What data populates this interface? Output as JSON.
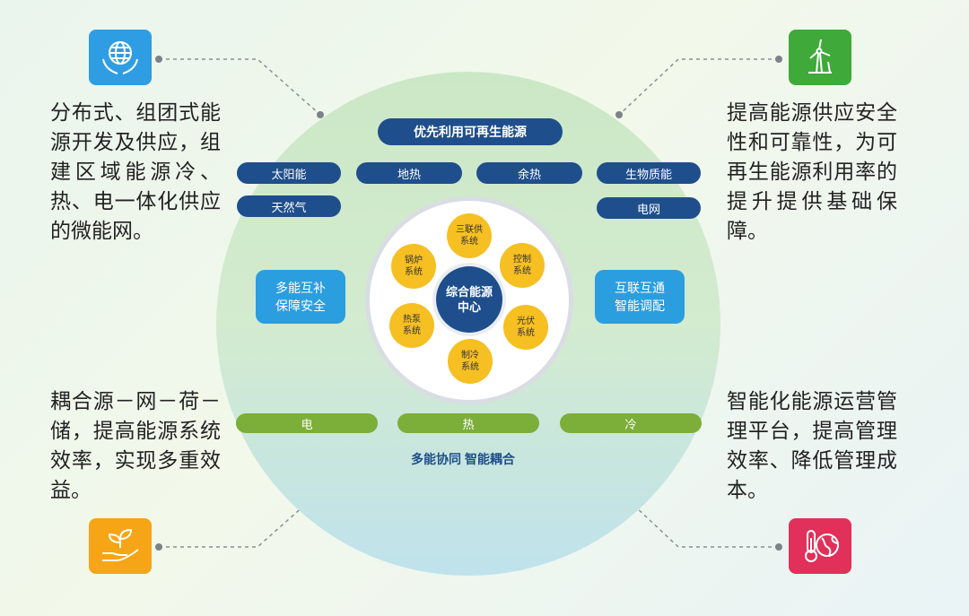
{
  "main": {
    "title_pill": "优先利用可再生能源",
    "sources": [
      "太阳能",
      "地热",
      "余热",
      "生物质能"
    ],
    "sources_row2_left": "天然气",
    "sources_row2_right": "电网",
    "left_box": [
      "多能互补",
      "保障安全"
    ],
    "right_box": [
      "互联互通",
      "智能调配"
    ],
    "hub": [
      "综合能源",
      "中心"
    ],
    "nodes": [
      [
        "三联供",
        "系统"
      ],
      [
        "控制",
        "系统"
      ],
      [
        "光伏",
        "系统"
      ],
      [
        "制冷",
        "系统"
      ],
      [
        "热泵",
        "系统"
      ],
      [
        "锅炉",
        "系统"
      ]
    ],
    "outputs": [
      "电",
      "热",
      "冷"
    ],
    "caption": "多能协同 智能耦合"
  },
  "corners": {
    "top_left": "分布式、组团式能源开发及供应，组建区域能源冷、热、电一体化供应的微能网。",
    "top_right": "提高能源供应安全性和可靠性，为可再生能源利用率的提升提供基础保障。",
    "bottom_left": "耦合源－网－荷－储，提高能源系统效率，实现多重效益。",
    "bottom_right": "智能化能源运营管理平台，提高管理效率、降低管理成本。"
  },
  "icons": {
    "top_left": "globe-hands-icon",
    "top_right": "wind-turbine-icon",
    "bottom_left": "plant-hand-icon",
    "bottom_right": "thermometer-globe-icon"
  },
  "colors": {
    "navy": "#1f4e8c",
    "sky_blue": "#2b9ee0",
    "yellow": "#f6bf22",
    "green": "#7cae3a",
    "icon_blue": "#2f9de3",
    "icon_green": "#3faa3a",
    "icon_orange": "#f5a516",
    "icon_red": "#e1305a"
  }
}
